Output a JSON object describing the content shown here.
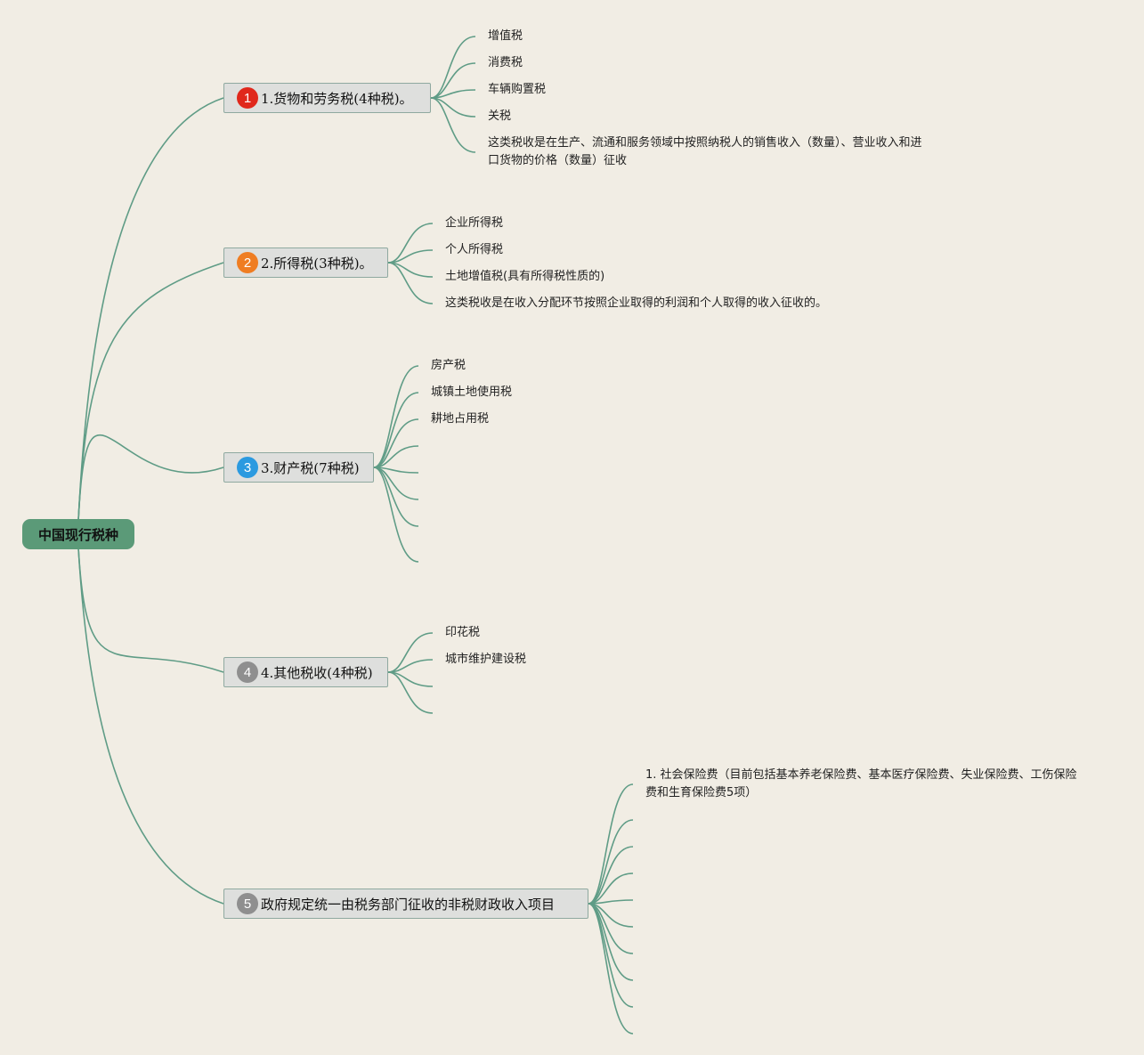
{
  "root": {
    "label": "中国现行税种"
  },
  "colors": {
    "line": "#5f9c86",
    "root_bg": "#5b9a78",
    "badge1": "#e0281c",
    "badge2": "#ef7d22",
    "badge3": "#2b9ae0",
    "badge4": "#8f8f8f",
    "badge5": "#8f8f8f"
  },
  "branches": [
    {
      "number": "1",
      "label": "1.货物和劳务税(4种税)。",
      "leaves": [
        "增值税",
        "消费税",
        "车辆购置税",
        "关税",
        "这类税收是在生产、流通和服务领域中按照纳税人的销售收入（数量）、营业收入和进口货物的价格（数量）征收"
      ]
    },
    {
      "number": "2",
      "label": "2.所得税(3种税)。",
      "leaves": [
        "企业所得税",
        "个人所得税",
        "土地增值税(具有所得税性质的)",
        "这类税收是在收入分配环节按照企业取得的利润和个人取得的收入征收的。"
      ]
    },
    {
      "number": "3",
      "label": "3.财产税(7种税)",
      "leaves": [
        "房产税",
        "城镇土地使用税",
        "耕地占用税",
        "",
        "",
        "",
        "",
        ""
      ]
    },
    {
      "number": "4",
      "label": "4.其他税收(4种税)",
      "leaves": [
        "印花税",
        "城市维护建设税",
        "",
        ""
      ]
    },
    {
      "number": "5",
      "label": "政府规定统一由税务部门征收的非税财政收入项目",
      "leaves": [
        "1. 社会保险费（目前包括基本养老保险费、基本医疗保险费、失业保险费、工伤保险费和生育保险费5项）",
        "",
        "",
        "",
        "",
        "",
        "",
        "",
        "",
        ""
      ]
    }
  ]
}
